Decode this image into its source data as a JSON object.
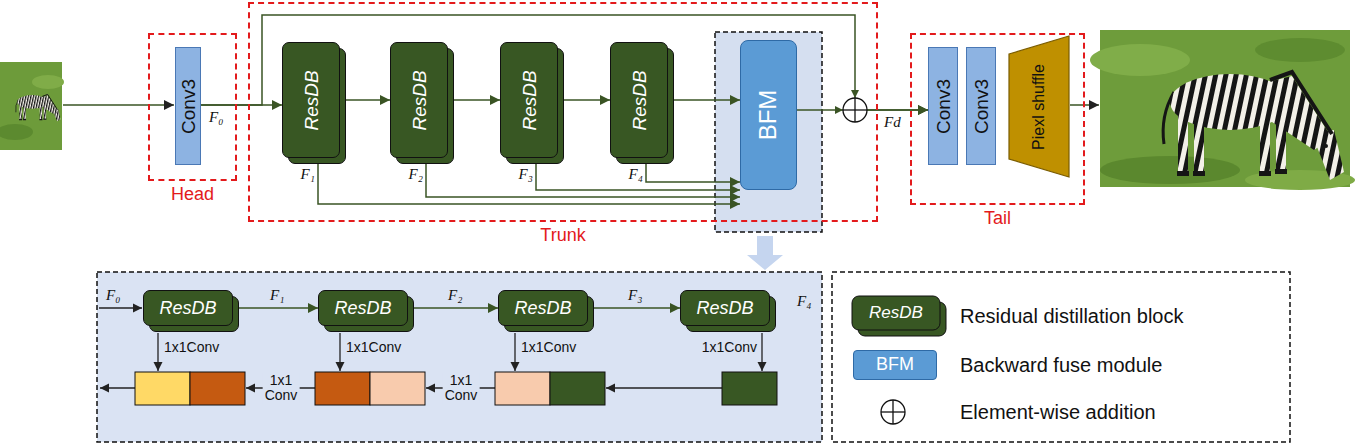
{
  "diagram": {
    "nodes": [
      {
        "text": [
          "Head"
        ]
      },
      {
        "text": [
          "Conv3"
        ],
        "in": 0
      },
      {
        "text": [
          "Trunk"
        ]
      },
      {
        "text": [
          "ResDB"
        ],
        "in": 2
      },
      {
        "text": [
          "ResDB"
        ],
        "in": 2
      },
      {
        "text": [
          "ResDB"
        ],
        "in": 2
      },
      {
        "text": [
          "ResDB"
        ],
        "in": 2
      },
      {
        "text": [
          "BFM"
        ],
        "in": 2
      },
      {
        "text": [
          "Tail"
        ]
      },
      {
        "text": [
          "Conv3"
        ],
        "in": 8
      },
      {
        "text": [
          "Conv3"
        ],
        "in": 8
      },
      {
        "text": [
          "Piexl shuffle"
        ],
        "in": 8
      },
      {
        "text": [
          "ResDB"
        ]
      },
      {
        "text": [
          "ResDB"
        ]
      },
      {
        "text": [
          "ResDB"
        ]
      },
      {
        "text": [
          "ResDB"
        ]
      }
    ],
    "edges": [
      {
        "from": 1,
        "to": 3,
        "arrow": "to"
      },
      {
        "from": 3,
        "to": 4,
        "arrow": "to"
      },
      {
        "from": 4,
        "to": 5,
        "arrow": "to"
      },
      {
        "from": 5,
        "to": 6,
        "arrow": "to"
      },
      {
        "from": 6,
        "to": 7,
        "arrow": "to"
      },
      {
        "from": 3,
        "to": 7,
        "arrow": "to"
      },
      {
        "from": 4,
        "to": 7,
        "arrow": "to"
      },
      {
        "from": 5,
        "to": 7,
        "arrow": "to"
      },
      {
        "from": 6,
        "to": 7,
        "arrow": "to"
      },
      {
        "from": 7,
        "to": 9,
        "arrow": "to"
      },
      {
        "from": 1,
        "to": 9,
        "arrow": "to"
      },
      {
        "from": 12,
        "to": 13,
        "arrow": "to"
      },
      {
        "from": 13,
        "to": 14,
        "arrow": "to"
      },
      {
        "from": 14,
        "to": 15,
        "arrow": "to"
      }
    ],
    "labels": [
      "F₀",
      "F₁",
      "F₂",
      "F₃",
      "F₄",
      "Fd",
      "F₀",
      "F₁",
      "F₂",
      "F₃",
      "F₄",
      "1x1Conv",
      "1x1Conv",
      "1x1Conv",
      "1x1Conv",
      "1x1 Conv",
      "1x1 Conv",
      "ResDB",
      "BFM"
    ],
    "legend": [
      {
        "text": "Residual distillation block"
      },
      {
        "text": "Backward fuse module",
        "color": "#5b9bd5"
      },
      {
        "text": "Element-wise addition"
      }
    ]
  }
}
